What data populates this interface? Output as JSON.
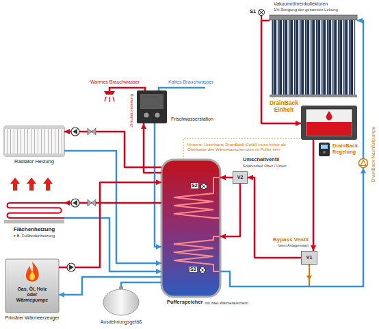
{
  "diagram": {
    "nodes": [
      {
        "text": [
          "Vakuumröhrenkollektoren",
          "1% Steigung der gesamten Leitung"
        ]
      },
      {
        "text": [
          "Frischwasserstation"
        ]
      },
      {
        "text": [
          "DrainBack Einheit"
        ]
      },
      {
        "text": [
          "Radiator Heizung"
        ]
      },
      {
        "text": [
          "DrainBack Regelung"
        ]
      },
      {
        "text": [
          "DrainBack Nachfüllpumpe"
        ]
      },
      {
        "text": [
          "Pufferspeicher",
          "mit zwei Wärmetauschern"
        ]
      },
      {
        "text": [
          "Umschaltventil",
          "Solarvorlauf Oben / Unten",
          "V2"
        ]
      },
      {
        "text": [
          "Flächenheizung",
          "z.B. Fußbodenheizung"
        ]
      },
      {
        "text": [
          "Bypass Ventil",
          "beim Anlagenstart",
          "V1"
        ]
      },
      {
        "text": [
          "Gas, Öl, Holz oder Wärmepumpe",
          "Primärer Wärmeerzeuger"
        ]
      },
      {
        "text": [
          "Ausdehnungsgefäß"
        ]
      }
    ],
    "edges": [
      {
        "from": 0,
        "to": 2,
        "arrow": "to"
      },
      {
        "from": 2,
        "to": 9,
        "arrow": "to"
      },
      {
        "from": 9,
        "to": 7,
        "arrow": "to"
      },
      {
        "from": 7,
        "to": 6,
        "arrow": "to"
      },
      {
        "from": 7,
        "to": 6,
        "arrow": "to"
      },
      {
        "from": 6,
        "to": 5,
        "arrow": "to"
      },
      {
        "from": 5,
        "to": 0,
        "arrow": "to"
      },
      {
        "from": 6,
        "to": 1,
        "arrow": "to"
      },
      {
        "from": 1,
        "to": 6,
        "arrow": "to"
      },
      {
        "from": 6,
        "to": 3,
        "arrow": "to"
      },
      {
        "from": 3,
        "to": 6,
        "arrow": "to"
      },
      {
        "from": 6,
        "to": 8,
        "arrow": "to"
      },
      {
        "from": 8,
        "to": 6,
        "arrow": "to"
      },
      {
        "from": 10,
        "to": 6,
        "arrow": "to"
      },
      {
        "from": 6,
        "to": 10,
        "arrow": "to"
      },
      {
        "from": 11,
        "to": 6,
        "arrow": "none"
      }
    ],
    "labels": [
      "S1",
      "Warmes Brauchwasser",
      "Kaltes Brauchwasser",
      "Zirkulationsleitung",
      "Hinweis: Unterkante DrainBack-Gefäß muss höher als Oberkante des Wärmetauscherrohrs im Puffer sein.",
      "S2",
      "S3"
    ]
  }
}
